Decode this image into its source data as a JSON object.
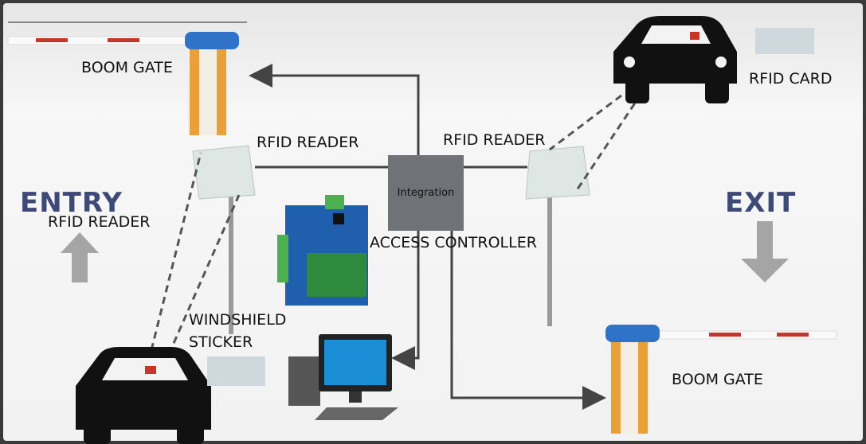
{
  "labels": {
    "boom_gate_top": "BOOM GATE",
    "rfid_reader_top_left": "RFID READER",
    "rfid_reader_top_right": "RFID READER",
    "rfid_card": "RFID CARD",
    "entry": "ENTRY",
    "exit": "EXIT",
    "rfid_reader_left": "RFID READER",
    "integration": "Integration",
    "access_controller": "ACCESS CONTROLLER",
    "windshield_sticker_1": "WINDSHIELD",
    "windshield_sticker_2": "STICKER",
    "boom_gate_bottom": "BOOM GATE"
  },
  "colors": {
    "integration_box": "#6f7277",
    "direction_text": "#3d4a78",
    "pcb": "#1f5fae",
    "gate_orange": "#e8a13a",
    "gate_stripe": "#c8352b"
  }
}
